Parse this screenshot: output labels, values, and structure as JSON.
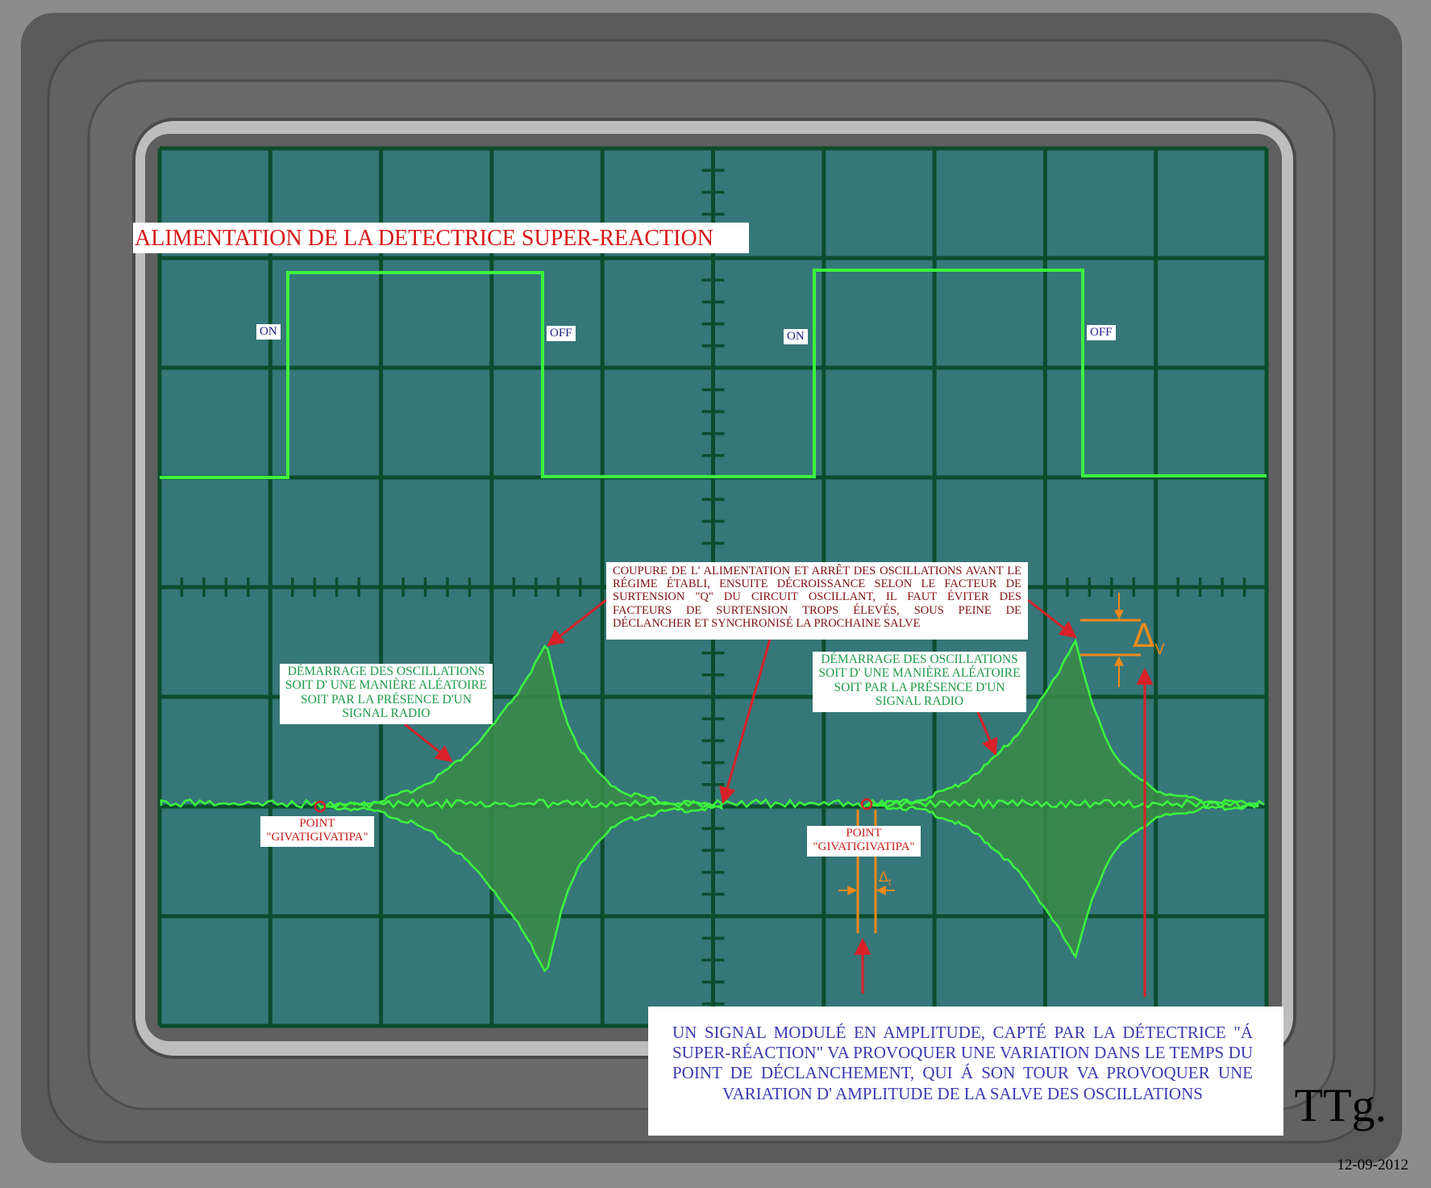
{
  "title": "ALIMENTATION DE LA DETECTRICE SUPER-REACTION",
  "switch_labels": {
    "on1": "ON",
    "off1": "OFF",
    "on2": "ON",
    "off2": "OFF"
  },
  "cutoff_note": "COUPURE DE  L' ALIMENTATION ET  ARRÊT  DES OSCILLATIONS AVANT LE RÉGIME ÉTABLI,  ENSUITE  DÉCROISSANCE  SELON LE FACTEUR DE SURTENSION \"Q\" DU CIRCUIT OSCILLANT, IL FAUT ÉVITER  DES  FACTEURS  DE  SURTENSION  TROPS  ÉLEVÉS, SOUS PEINE DE DÉCLANCHER ET SYNCHRONISÉ LA PROCHAINE SALVE",
  "start_note": "DÉMARRAGE  DES  OSCILLATIONS SOIT D' UNE MANIÈRE ALÉATOIRE SOIT  PAR   LA  PRÉSENCE  D'UN SIGNAL    RADIO",
  "point_label": "POINT \"GIVATIGIVATIPA\"",
  "delta_v": {
    "symbol": "Δ",
    "sub": "V"
  },
  "delta_t": {
    "symbol": "Δ",
    "sub": "t"
  },
  "bottom_note": "UN SIGNAL  MODULÉ  EN AMPLITUDE, CAPTÉ  PAR LA  DÉTECTRICE \"Á  SUPER-RÉACTION\"  VA  PROVOQUER   UNE  VARIATION  DANS LE TEMPS DU  POINT  DE  DÉCLANCHEMENT, QUI  Á  SON TOUR  VA PROVOQUER  UNE  VARIATION  D' AMPLITUDE  DE  LA  SALVE  DES OSCILLATIONS",
  "signature": "TTg.",
  "date": "12-09-2012",
  "colors": {
    "background": "#8c8c8c",
    "bezel_outer": "#5c5c5c",
    "bezel_mid": "#6e6e6e",
    "screen": "#367779",
    "grid": "#0b4d2c",
    "trace": "#3cf240",
    "fill": "#3a8a48",
    "arrow": "#d82228",
    "delta": "#f08a1c"
  }
}
